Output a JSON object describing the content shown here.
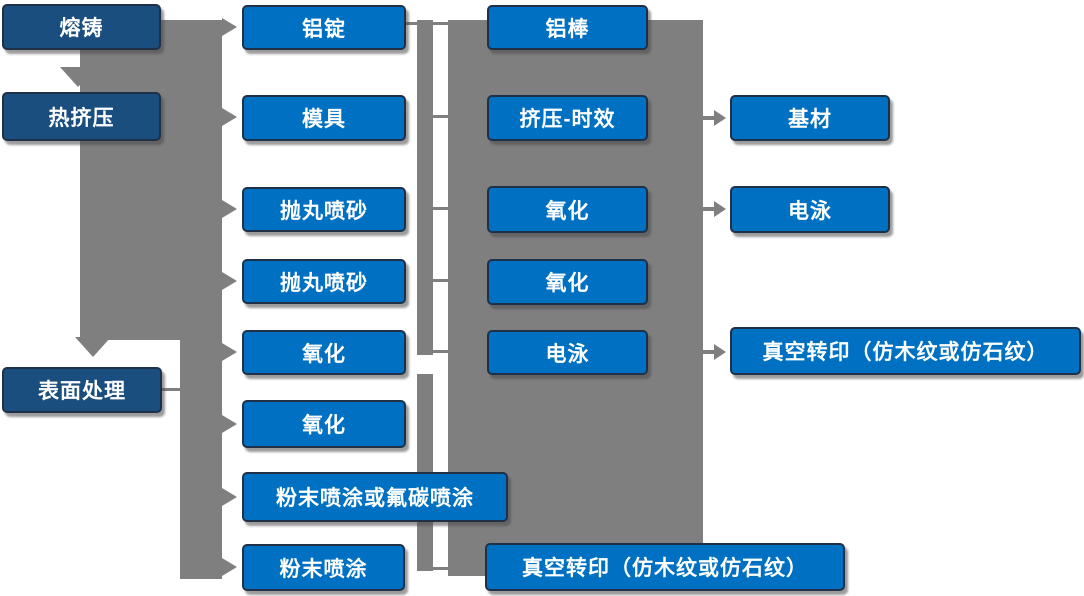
{
  "colors": {
    "process_box_blue": "#0071C2",
    "stage_box_dark_blue": "#1A4E7E",
    "connector_gray": "#7F7F7F",
    "box_border_navy": "#1E3148",
    "text_white": "#FFFFFF"
  },
  "nodes": {
    "melting": {
      "label": "熔铸"
    },
    "hot_extrusion": {
      "label": "热挤压"
    },
    "surface_treatment": {
      "label": "表面处理"
    },
    "aluminum_ingot": {
      "label": "铝锭"
    },
    "mold": {
      "label": "模具"
    },
    "shot_blasting_1": {
      "label": "抛丸喷砂"
    },
    "shot_blasting_2": {
      "label": "抛丸喷砂"
    },
    "oxidation_1": {
      "label": "氧化"
    },
    "oxidation_2": {
      "label": "氧化"
    },
    "powder_or_fluorocarbon_coating": {
      "label": "粉末喷涂或氟碳喷涂"
    },
    "powder_coating": {
      "label": "粉末喷涂"
    },
    "aluminum_rod": {
      "label": "铝棒"
    },
    "extrusion_aging": {
      "label": "挤压-时效"
    },
    "oxidation_3": {
      "label": "氧化"
    },
    "oxidation_4": {
      "label": "氧化"
    },
    "electrophoresis_1": {
      "label": "电泳"
    },
    "vacuum_transfer_bottom": {
      "label": "真空转印（仿木纹或仿石纹）"
    },
    "substrate": {
      "label": "基材"
    },
    "electrophoresis_2": {
      "label": "电泳"
    },
    "vacuum_transfer_right": {
      "label": "真空转印（仿木纹或仿石纹）"
    }
  }
}
